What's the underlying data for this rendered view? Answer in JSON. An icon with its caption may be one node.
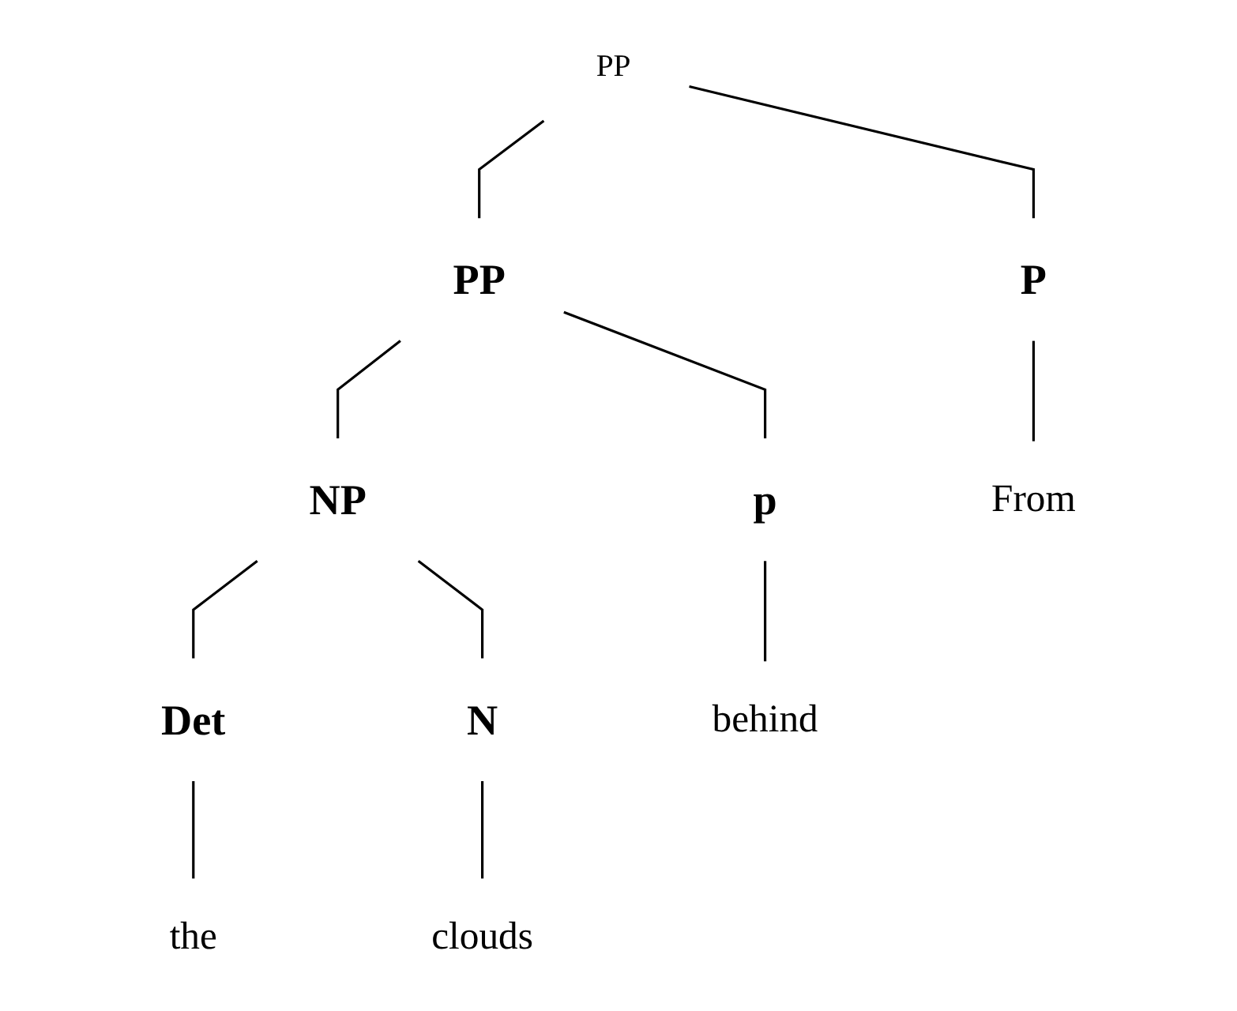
{
  "diagram": {
    "nodes": [
      {
        "text": [
          "PP"
        ]
      },
      {
        "text": [
          "PP"
        ]
      },
      {
        "text": [
          "NP"
        ]
      },
      {
        "text": [
          "P"
        ]
      },
      {
        "text": [
          "p"
        ]
      },
      {
        "text": [
          "Det"
        ]
      },
      {
        "text": [
          "N"
        ]
      },
      {
        "text": [
          "From"
        ]
      },
      {
        "text": [
          "behind"
        ]
      },
      {
        "text": [
          "the"
        ]
      },
      {
        "text": [
          "clouds"
        ]
      }
    ],
    "edges": [
      {
        "from": 0,
        "to": 3,
        "arrow": "none"
      },
      {
        "from": 0,
        "to": 1,
        "arrow": "none"
      },
      {
        "from": 1,
        "to": 4,
        "arrow": "none"
      },
      {
        "from": 1,
        "to": 2,
        "arrow": "none"
      },
      {
        "from": 2,
        "to": 5,
        "arrow": "none"
      },
      {
        "from": 2,
        "to": 6,
        "arrow": "none"
      },
      {
        "from": 3,
        "to": 7,
        "arrow": "none"
      },
      {
        "from": 4,
        "to": 8,
        "arrow": "none"
      },
      {
        "from": 5,
        "to": 9,
        "arrow": "none"
      },
      {
        "from": 6,
        "to": 10,
        "arrow": "none"
      }
    ]
  }
}
